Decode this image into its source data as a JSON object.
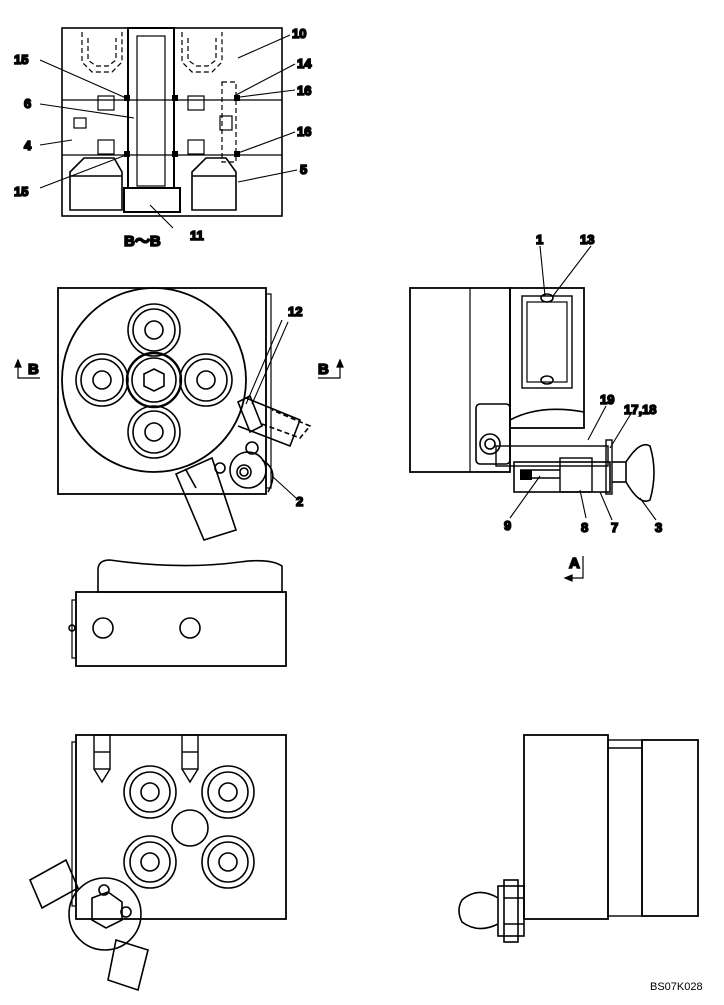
{
  "section_caption": "B～B",
  "section_marker_left": "B",
  "section_marker_right": "B",
  "view_marker": "A",
  "part_labels": {
    "p1": "1",
    "p2": "2",
    "p3": "3",
    "p4": "4",
    "p5": "5",
    "p6": "6",
    "p7": "7",
    "p8": "8",
    "p9": "9",
    "p10": "10",
    "p11": "11",
    "p12": "12",
    "p13": "13",
    "p14": "14",
    "p15a": "15",
    "p15b": "15",
    "p16a": "16",
    "p16b": "16",
    "p17_18": "17,18",
    "p19": "19"
  },
  "drawing_code": "BS07K028"
}
